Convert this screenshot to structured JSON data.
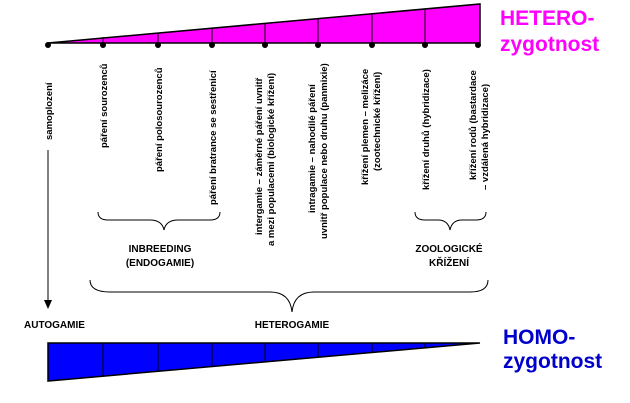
{
  "colors": {
    "hetero": "#ff00ff",
    "homo": "#0000ff",
    "hetero_text": "#ff00ff",
    "homo_text": "#0000cc"
  },
  "hetero": {
    "line1": "HETERO-",
    "line2": "zygotnost"
  },
  "homo": {
    "line1": "HOMO-",
    "line2": "zygotnost"
  },
  "labels": [
    {
      "l1": "samoplození",
      "l2": ""
    },
    {
      "l1": "páření sourozenců",
      "l2": ""
    },
    {
      "l1": "páření polosourozenců",
      "l2": ""
    },
    {
      "l1": "páření bratrance se sestřenicí",
      "l2": ""
    },
    {
      "l1": "intergamie – záměrné páření uvnitř",
      "l2": "a mezi populacemi (biologické křížení)"
    },
    {
      "l1": "intragamie – nahodilé páření",
      "l2": "uvnitř populace nebo druhu (panmixie)"
    },
    {
      "l1": "křížení plemen – melizáce",
      "l2": "(zootechnické křížení)"
    },
    {
      "l1": "křížení druhů (hybridizace)",
      "l2": ""
    },
    {
      "l1": "křížení rodů (bastardace",
      "l2": "– vzdálená hybridizace)"
    }
  ],
  "groups": {
    "inbreeding_l1": "INBREEDING",
    "inbreeding_l2": "(ENDOGAMIE)",
    "zoo_l1": "ZOOLOGICKÉ",
    "zoo_l2": "KŘÍŽENÍ",
    "autogamie": "AUTOGAMIE",
    "heterogamie": "HETEROGAMIE"
  }
}
